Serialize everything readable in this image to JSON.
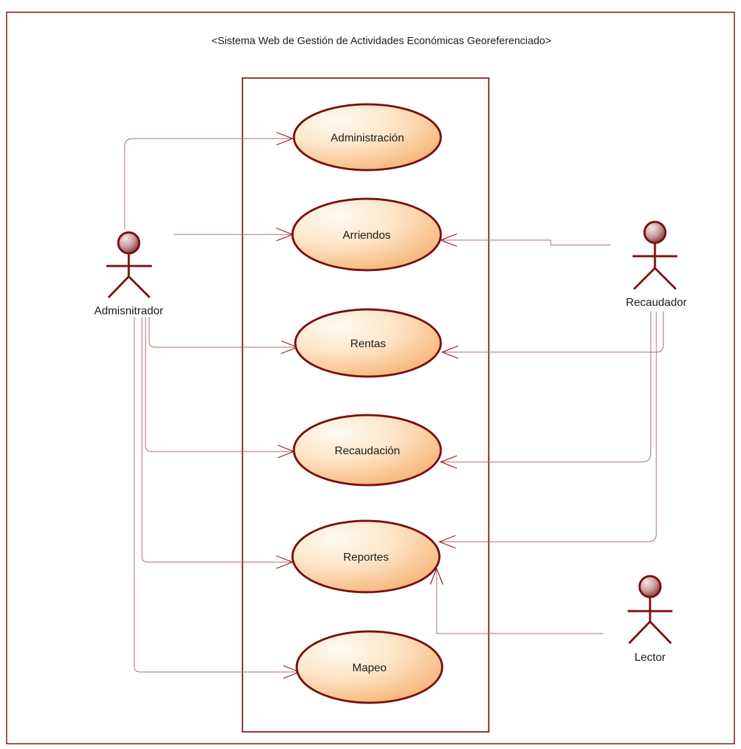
{
  "frame": {
    "title": "<Sistema Web de Gestión de Actividades Económicas Georeferenciado>"
  },
  "use_cases": {
    "administracion": "Administración",
    "arriendos": "Arriendos",
    "rentas": "Rentas",
    "recaudacion": "Recaudación",
    "reportes": "Reportes",
    "mapeo": "Mapeo"
  },
  "actors": {
    "admin": "Admisnitrador",
    "recaudador": "Recaudador",
    "lector": "Lector"
  },
  "colors": {
    "outline": "#7a0f0f",
    "connector": "#a86a6a",
    "fill_light": "#fffaf2",
    "fill_dark": "#f7b97a",
    "actor_head_light": "#f3e0e0",
    "actor_head_dark": "#8a3a3a"
  }
}
